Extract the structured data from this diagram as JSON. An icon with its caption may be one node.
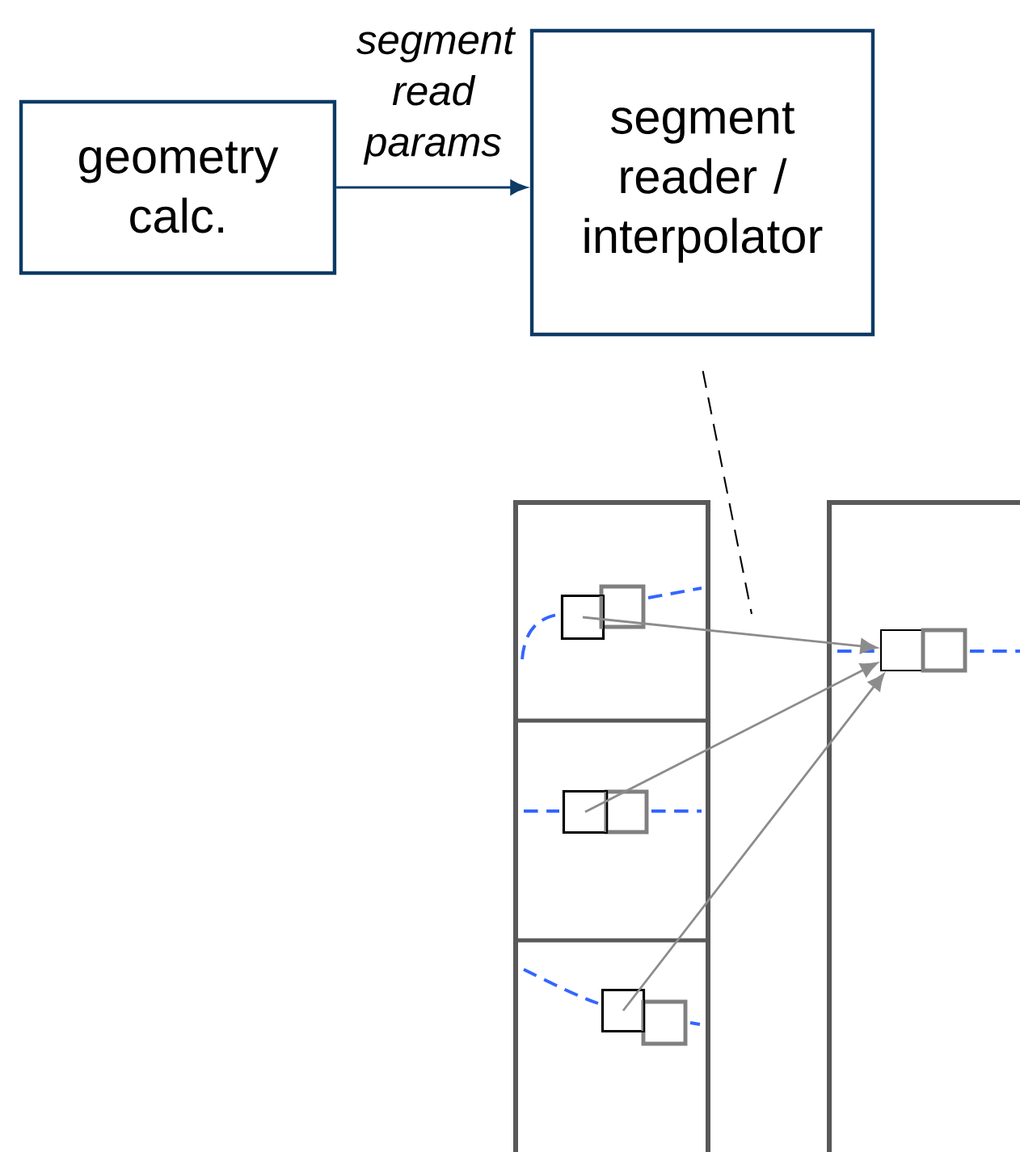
{
  "diagram": {
    "nodes": [
      {
        "text": [
          "geometry calc."
        ]
      },
      {
        "text": [
          "segment reader / interpolator"
        ]
      },
      {
        "text": [],
        "shape": "box"
      },
      {
        "text": [],
        "shape": "box"
      },
      {
        "text": [],
        "shape": "box"
      },
      {
        "text": [],
        "shape": "box"
      }
    ],
    "edges": [
      {
        "from": 0,
        "to": 1,
        "arrow": "to",
        "label": "segment read params",
        "color": "#0d3a66"
      },
      {
        "from": 1,
        "to": null,
        "arrow": "none",
        "style": "dashed",
        "color": "#000000"
      },
      {
        "from": 2,
        "to": 5,
        "arrow": "to",
        "color": "#8c8c8c"
      },
      {
        "from": 3,
        "to": 5,
        "arrow": "to",
        "color": "#8c8c8c"
      },
      {
        "from": 4,
        "to": 5,
        "arrow": "to",
        "color": "#8c8c8c"
      }
    ]
  }
}
